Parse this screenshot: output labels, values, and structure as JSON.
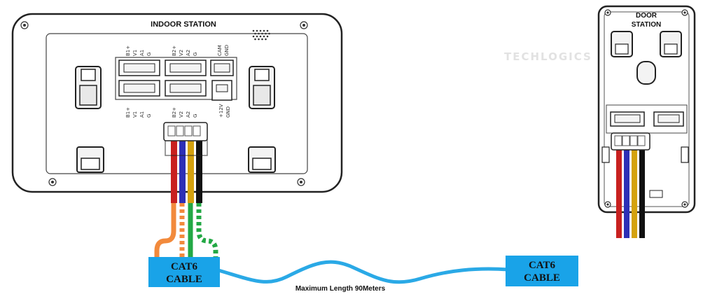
{
  "indoor_station": {
    "title": "INDOOR STATION",
    "top_left_pins": [
      "B1+",
      "V1",
      "A1",
      "G"
    ],
    "top_mid_pins": [
      "B2+",
      "V2",
      "A2",
      "G"
    ],
    "top_right_pins": [
      "CAM",
      "GND"
    ],
    "bottom_left_pins": [
      "B1+",
      "V1",
      "A1",
      "G"
    ],
    "bottom_mid_pins": [
      "B2+",
      "V2",
      "A2",
      "G"
    ],
    "bottom_right_pins": [
      "+12V",
      "GND"
    ]
  },
  "door_station": {
    "title_line1": "DOOR",
    "title_line2": "STATION"
  },
  "watermark": "TECHLOGICS",
  "cable": {
    "left_label_line1": "CAT6",
    "left_label_line2": "CABLE",
    "right_label_line1": "CAT6",
    "right_label_line2": "CABLE",
    "length_label": "Maximum Length 90Meters"
  },
  "colors": {
    "cable_blue": "#2aa9e6",
    "label_blue": "#19a3e8",
    "wire_red": "#c8201f",
    "wire_blue": "#2d2fb6",
    "wire_yellow": "#d4a20f",
    "wire_black": "#111111",
    "wire_orange": "#f28a3c",
    "wire_green": "#23a845"
  }
}
